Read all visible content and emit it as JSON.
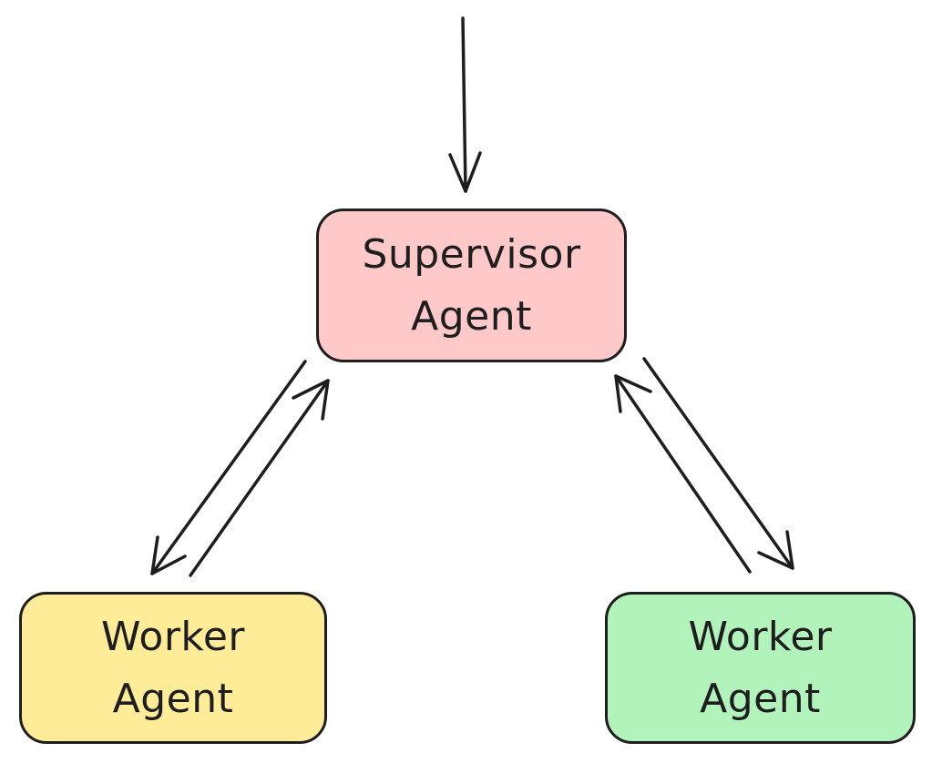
{
  "diagram": {
    "nodes": {
      "supervisor": {
        "line1": "Supervisor",
        "line2": "Agent",
        "fill": "#ffc9c9"
      },
      "worker_left": {
        "line1": "Worker",
        "line2": "Agent",
        "fill": "#ffec99"
      },
      "worker_right": {
        "line1": "Worker",
        "line2": "Agent",
        "fill": "#b2f2bb"
      }
    },
    "edges": [
      {
        "from": "input",
        "to": "supervisor"
      },
      {
        "from": "supervisor",
        "to": "worker_left"
      },
      {
        "from": "worker_left",
        "to": "supervisor"
      },
      {
        "from": "supervisor",
        "to": "worker_right"
      },
      {
        "from": "worker_right",
        "to": "supervisor"
      }
    ],
    "stroke_color": "#1e1e1e"
  }
}
